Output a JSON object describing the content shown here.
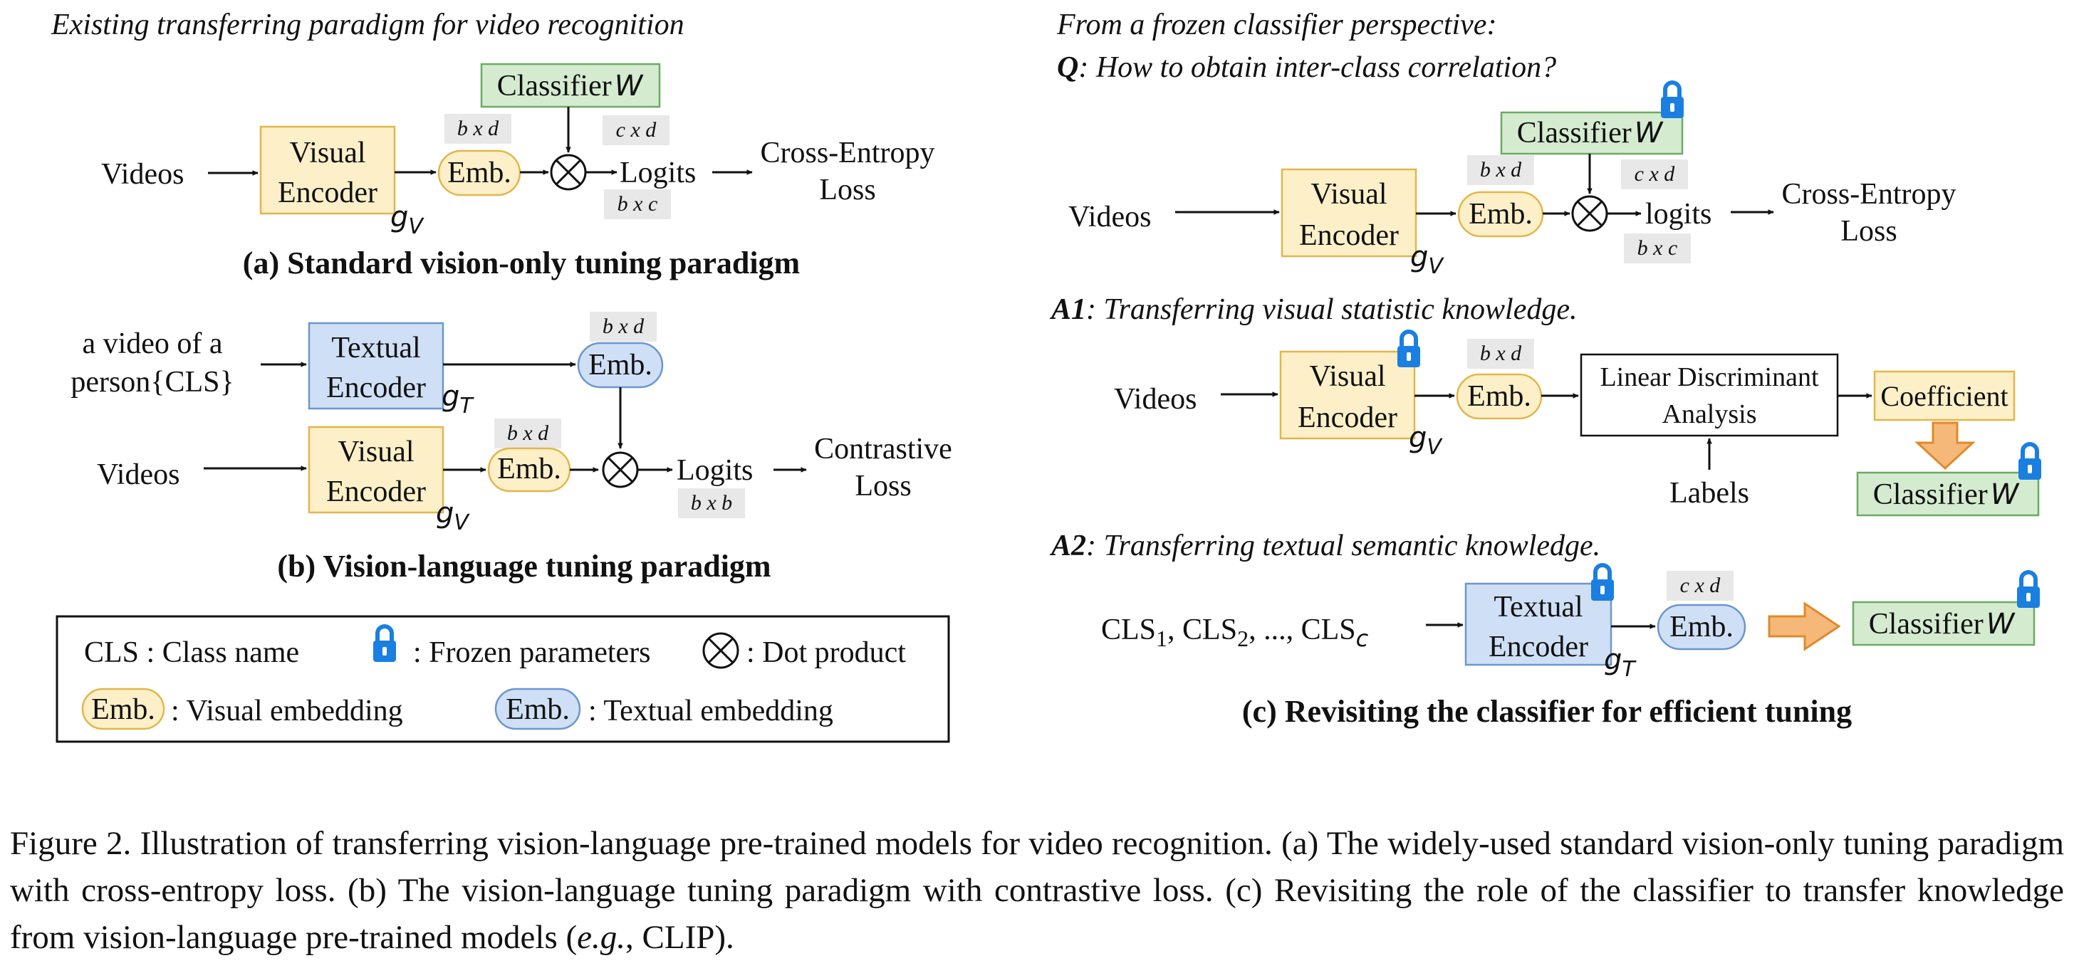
{
  "panel_a": {
    "heading": "Existing transferring paradigm for video recognition",
    "videos": "Videos",
    "encoder_line1": "Visual",
    "encoder_line2": "Encoder",
    "encoder_sub_g": "g",
    "encoder_sub_v": "V",
    "emb": "Emb.",
    "classifier": "Classifier",
    "classifier_w": "W",
    "dim_bd": "b x d",
    "dim_cd": "c x d",
    "dim_bc": "b x c",
    "logits": "Logits",
    "loss_line1": "Cross-Entropy",
    "loss_line2": "Loss",
    "caption": "(a) Standard vision-only tuning paradigm"
  },
  "panel_b": {
    "prompt_line1": "a video of a",
    "prompt_line2": "person{CLS}",
    "text_encoder_line1": "Textual",
    "text_encoder_line2": "Encoder",
    "text_sub_g": "g",
    "text_sub_t": "T",
    "videos": "Videos",
    "encoder_line1": "Visual",
    "encoder_line2": "Encoder",
    "encoder_sub_g": "g",
    "encoder_sub_v": "V",
    "emb": "Emb.",
    "dim_bd": "b x d",
    "dim_bb": "b x b",
    "logits": "Logits",
    "loss_line1": "Contrastive",
    "loss_line2": "Loss",
    "caption": "(b) Vision-language tuning paradigm"
  },
  "legend": {
    "cls": "CLS : Class name",
    "frozen": ": Frozen parameters",
    "dot": ": Dot product",
    "emb": "Emb.",
    "visual_emb": ": Visual embedding",
    "textual_emb": ": Textual embedding"
  },
  "panel_c": {
    "heading_line1": "From a frozen classifier perspective:",
    "q_label": "Q",
    "q_text": ": How to obtain inter-class correlation?",
    "classifier": "Classifier",
    "classifier_w": "W",
    "videos": "Videos",
    "encoder_line1": "Visual",
    "encoder_line2": "Encoder",
    "encoder_sub_g": "g",
    "encoder_sub_v": "V",
    "emb": "Emb.",
    "dim_bd": "b x d",
    "dim_cd": "c x d",
    "dim_bc": "b x c",
    "logits": "logits",
    "loss_line1": "Cross-Entropy",
    "loss_line2": "Loss",
    "a1_label": "A1",
    "a1_text": ": Transferring visual statistic knowledge.",
    "lda_line1": "Linear Discriminant",
    "lda_line2": "Analysis",
    "labels": "Labels",
    "coefficient": "Coefficient",
    "a2_label": "A2",
    "a2_text": ": Transferring textual semantic knowledge.",
    "cls_list_1": "CLS",
    "cls_sub_1": "1",
    "cls_list_2": ", CLS",
    "cls_sub_2": "2",
    "cls_list_3": ", ..., CLS",
    "cls_sub_c": "c",
    "text_encoder_line1": "Textual",
    "text_encoder_line2": "Encoder",
    "text_sub_g": "g",
    "text_sub_t": "T",
    "caption": "(c) Revisiting the classifier for efficient tuning"
  },
  "figure_caption": {
    "part1": "Figure 2. Illustration of transferring vision-language pre-trained models for video recognition. (a) The widely-used standard vision-only tuning paradigm with cross-entropy loss. (b) The vision-language tuning paradigm with contrastive loss. (c) Revisiting the role of the classifier to transfer knowledge from vision-language pre-trained models (",
    "eg": "e.g.",
    "part2": ", CLIP)."
  },
  "colors": {
    "visual_fill": "#fdf0c8",
    "textual_fill": "#cfe0f6",
    "classifier_fill": "#d5ebd0",
    "lock_blue": "#1a7fe0",
    "arrow_orange": "#f0a04b"
  },
  "icons": [
    "lock-icon",
    "dot-product-icon",
    "orange-arrow-icon"
  ]
}
